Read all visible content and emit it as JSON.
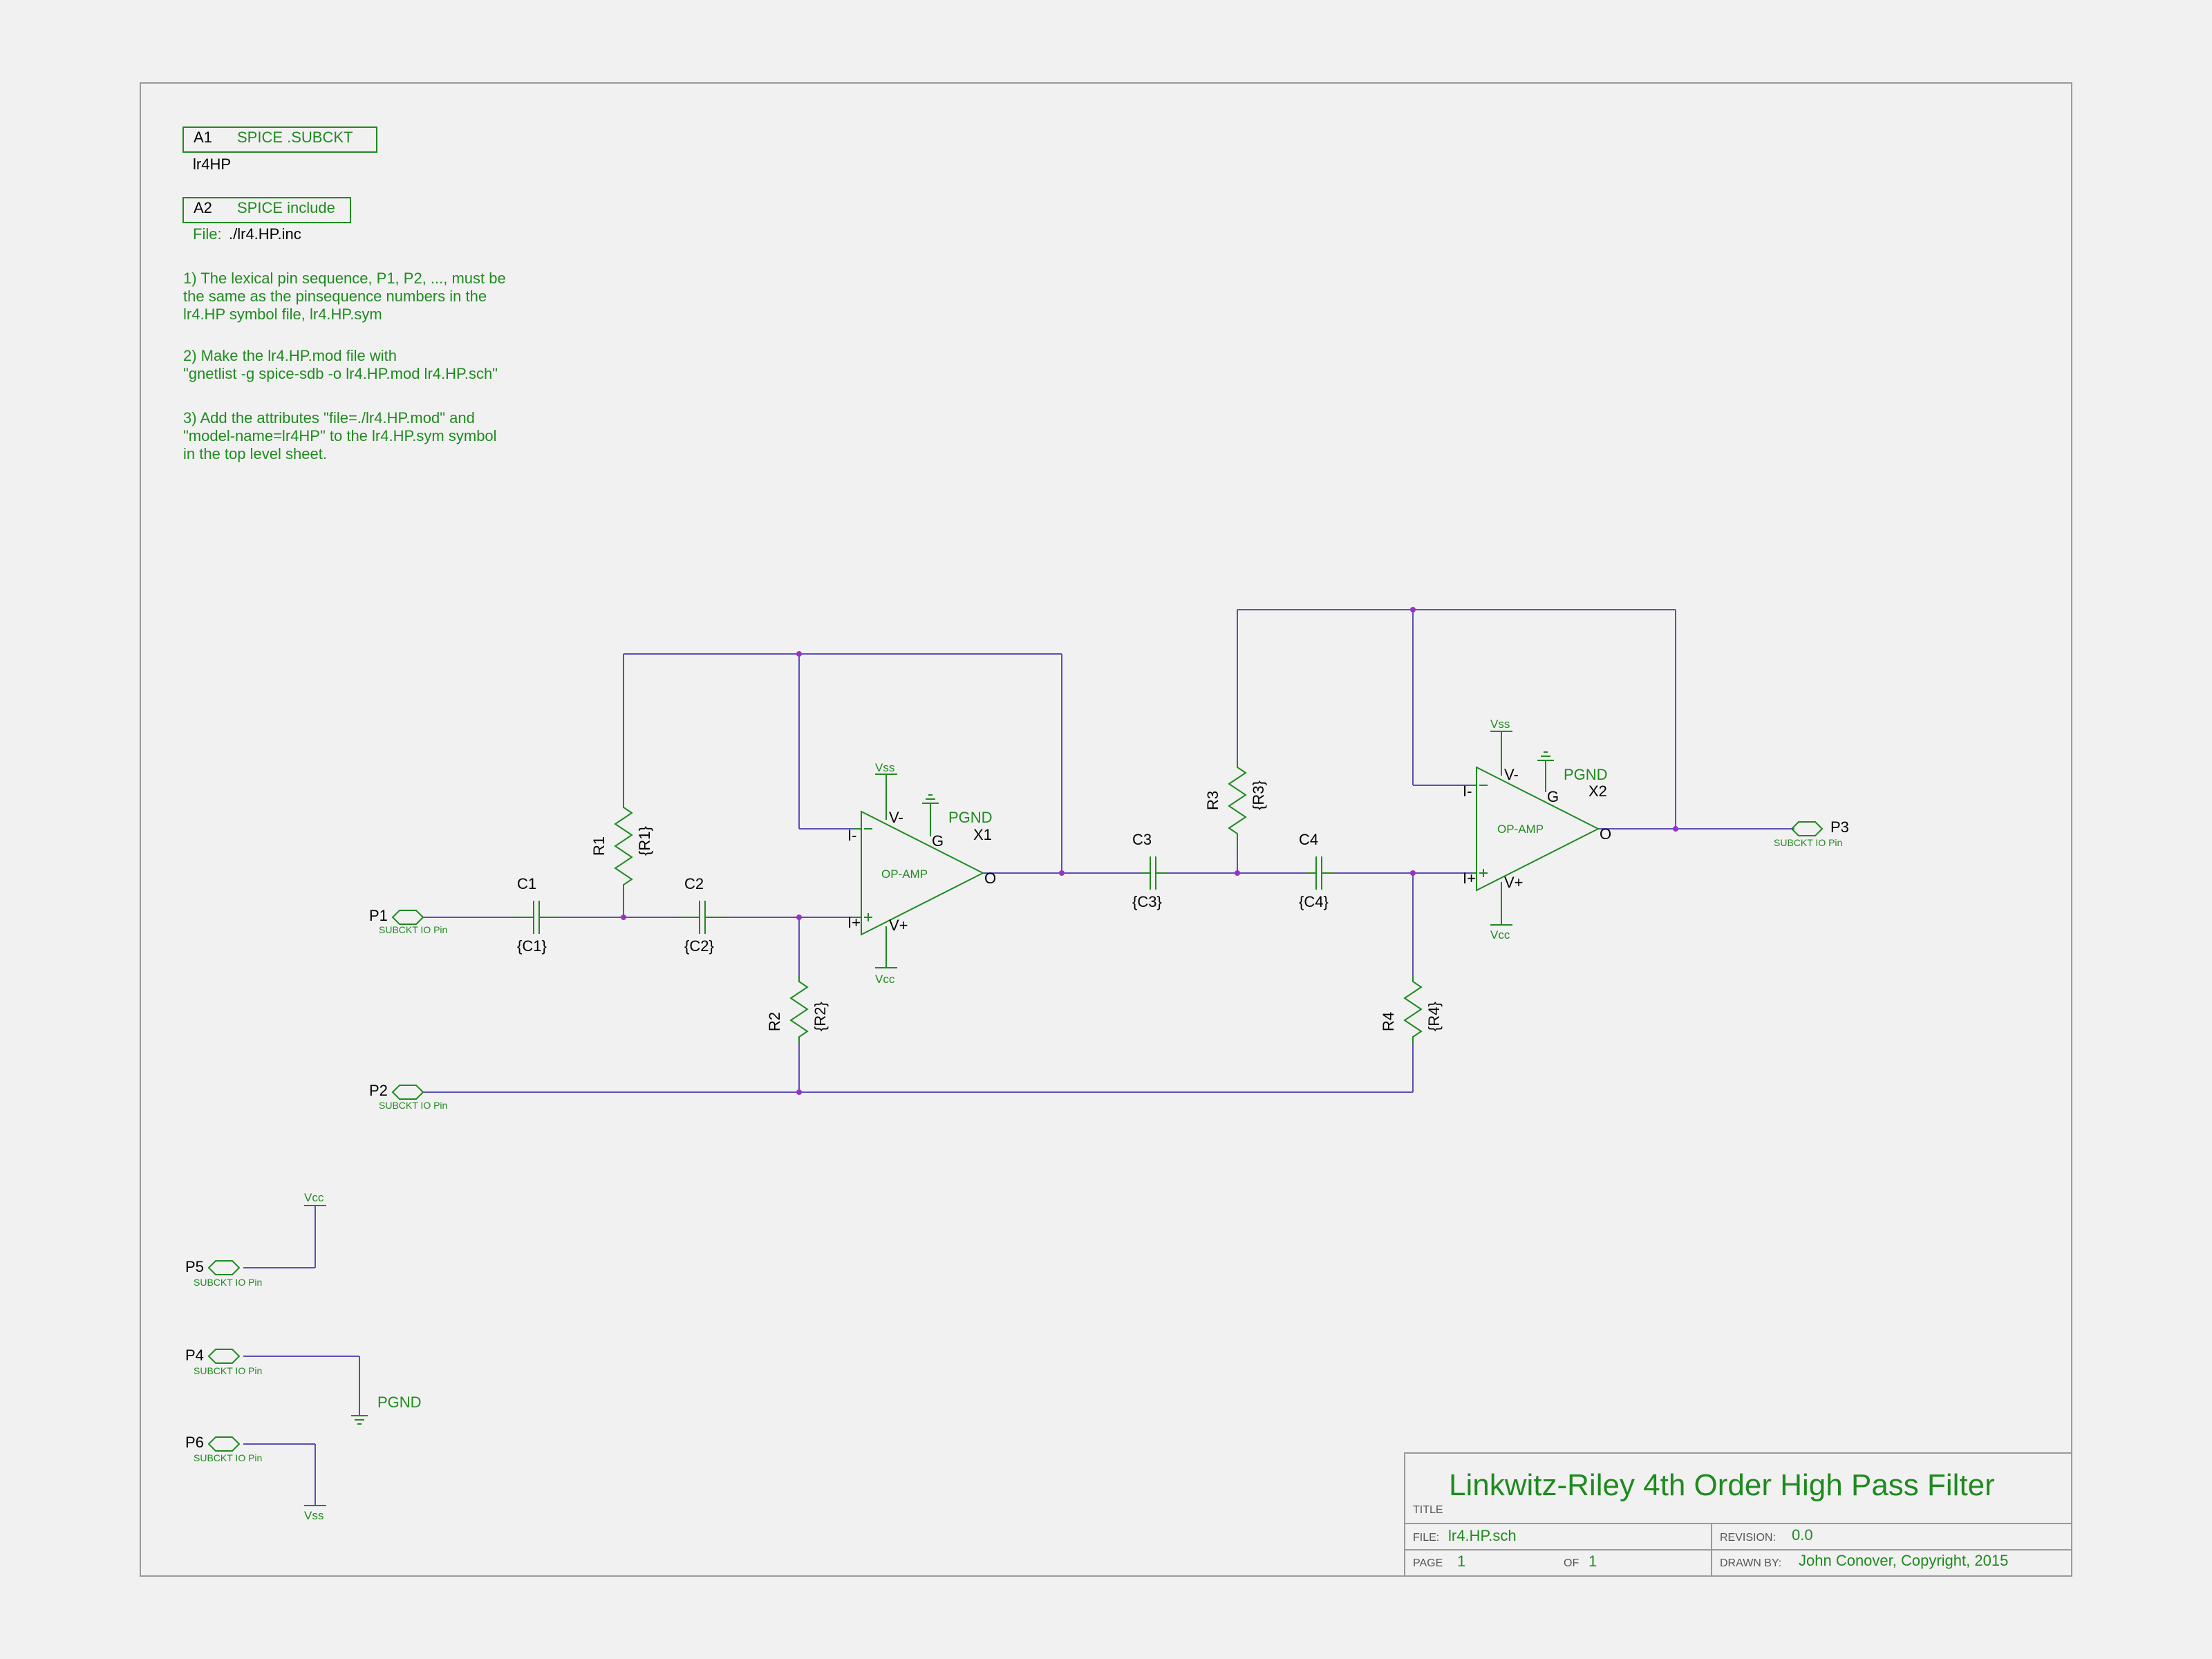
{
  "attributes": {
    "a1": {
      "ref": "A1",
      "label": "SPICE .SUBCKT",
      "value": "lr4HP"
    },
    "a2": {
      "ref": "A2",
      "label": "SPICE include",
      "file_prefix": "File:",
      "file": "./lr4.HP.inc"
    }
  },
  "notes": {
    "note1": [
      "1) The lexical pin sequence, P1, P2, ..., must be",
      "the same as the pinsequence numbers in the",
      "lr4.HP symbol file, lr4.HP.sym"
    ],
    "note2": [
      "2) Make the lr4.HP.mod file with",
      "\"gnetlist -g spice-sdb  -o lr4.HP.mod lr4.HP.sch\""
    ],
    "note3": [
      "3) Add the attributes \"file=./lr4.HP.mod\" and",
      "\"model-name=lr4HP\" to the lr4.HP.sym symbol",
      "in the top level sheet."
    ]
  },
  "components": {
    "c1": {
      "ref": "C1",
      "value": "{C1}"
    },
    "c2": {
      "ref": "C2",
      "value": "{C2}"
    },
    "c3": {
      "ref": "C3",
      "value": "{C3}"
    },
    "c4": {
      "ref": "C4",
      "value": "{C4}"
    },
    "r1": {
      "ref": "R1",
      "value": "{R1}"
    },
    "r2": {
      "ref": "R2",
      "value": "{R2}"
    },
    "r3": {
      "ref": "R3",
      "value": "{R3}"
    },
    "r4": {
      "ref": "R4",
      "value": "{R4}"
    },
    "x1": {
      "ref": "X1",
      "label": "OP-AMP",
      "pgnd": "PGND",
      "pins": {
        "inv": "I-",
        "noninv": "I+",
        "vneg": "V-",
        "vpos": "V+",
        "gnd": "G",
        "out": "O"
      },
      "vss": "Vss",
      "vcc": "Vcc"
    },
    "x2": {
      "ref": "X2",
      "label": "OP-AMP",
      "pgnd": "PGND",
      "pins": {
        "inv": "I-",
        "noninv": "I+",
        "vneg": "V-",
        "vpos": "V+",
        "gnd": "G",
        "out": "O"
      },
      "vss": "Vss",
      "vcc": "Vcc"
    }
  },
  "pins": {
    "p1": {
      "ref": "P1",
      "label": "SUBCKT IO Pin"
    },
    "p2": {
      "ref": "P2",
      "label": "SUBCKT IO Pin"
    },
    "p3": {
      "ref": "P3",
      "label": "SUBCKT IO Pin"
    },
    "p4": {
      "ref": "P4",
      "label": "SUBCKT IO Pin"
    },
    "p5": {
      "ref": "P5",
      "label": "SUBCKT IO Pin"
    },
    "p6": {
      "ref": "P6",
      "label": "SUBCKT IO Pin"
    }
  },
  "power": {
    "vcc": "Vcc",
    "vss": "Vss",
    "pgnd": "PGND"
  },
  "title_block": {
    "title": "Linkwitz-Riley 4th Order High Pass Filter",
    "title_label": "TITLE",
    "file_label": "FILE:",
    "file": "lr4.HP.sch",
    "page_label": "PAGE",
    "page": "1",
    "of_label": "OF",
    "of": "1",
    "revision_label": "REVISION:",
    "revision": "0.0",
    "drawn_by_label": "DRAWN BY:",
    "drawn_by": "John Conover, Copyright, 2015"
  },
  "colors": {
    "background": "#f1f1f1",
    "frame": "#9a9a9a",
    "symbol": "#1f8a1f",
    "net": "#5a4fb8",
    "junction": "#9b30c8",
    "text_black": "#000000"
  }
}
